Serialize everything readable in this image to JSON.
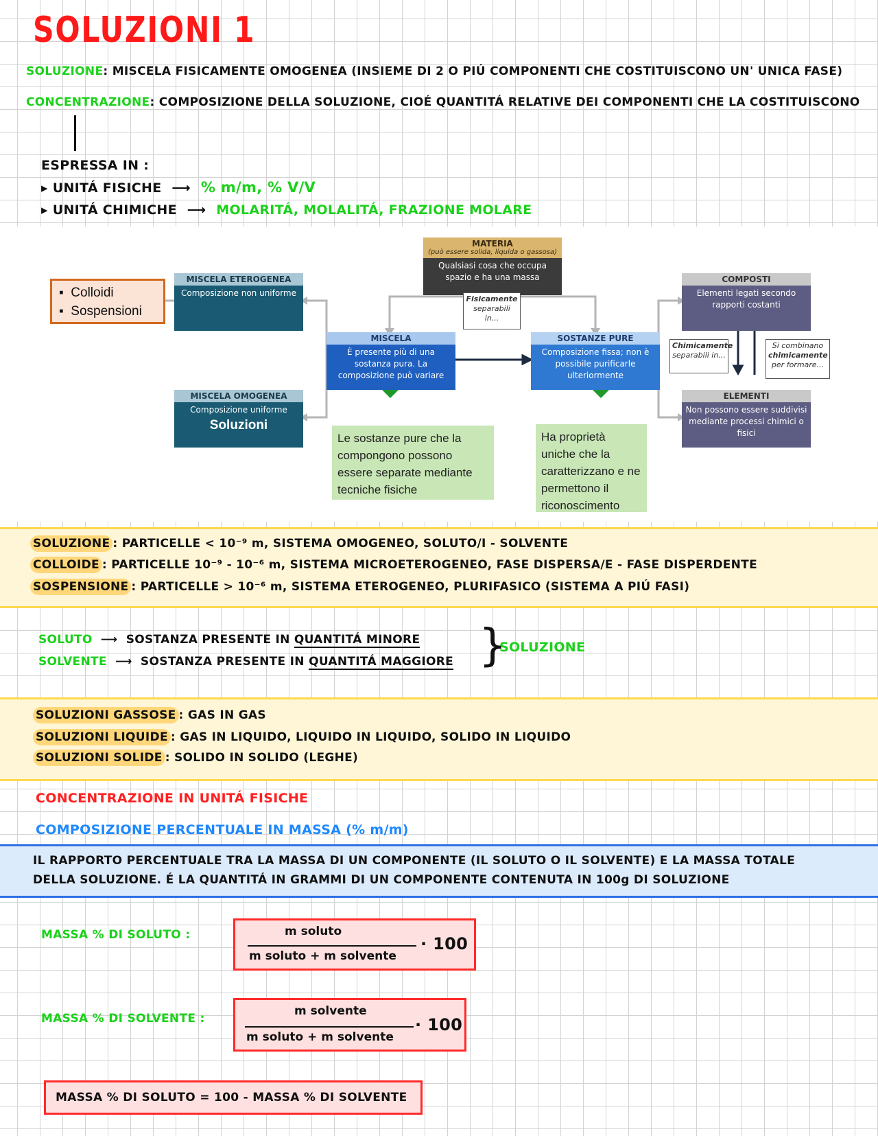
{
  "title": "SOLUZIONI 1",
  "def": {
    "soluzione_term": "SOLUZIONE",
    "soluzione_text": ": MISCELA FISICAMENTE OMOGENEA (INSIEME DI 2 O PIÚ COMPONENTI CHE COSTITUISCONO UN' UNICA FASE)",
    "concentrazione_term": "CONCENTRAZIONE",
    "concentrazione_text": ": COMPOSIZIONE DELLA SOLUZIONE, CIOÉ QUANTITÁ RELATIVE DEI COMPONENTI CHE LA COSTITUISCONO",
    "espressa": "ESPRESSA IN :",
    "fisiche_label": "▸ UNITÁ FISICHE",
    "fisiche_arrow": "⟶",
    "fisiche_value": "% m/m, % V/V",
    "chimiche_label": "▸ UNITÁ CHIMICHE",
    "chimiche_arrow": "⟶",
    "chimiche_value": "MOLARITÁ, MOLALITÁ, FRAZIONE MOLARE"
  },
  "diagram": {
    "materia_title": "MATERIA",
    "materia_sub": "(può essere solida, liquida o gassosa)",
    "materia_body": "Qualsiasi cosa che occupa spazio e ha una massa",
    "miscela_title": "MISCELA",
    "miscela_body": "È presente più di una sostanza pura. La composizione può variare",
    "sostanze_title": "SOSTANZE PURE",
    "sostanze_body": "Composizione fissa; non è possibile purificarle ulteriormente",
    "etero_title": "MISCELA ETEROGENEA",
    "etero_body": "Composizione non uniforme",
    "omo_title": "MISCELA OMOGENEA",
    "omo_body": "Composizione uniforme",
    "omo_extra": "Soluzioni",
    "composti_title": "COMPOSTI",
    "composti_body": "Elementi legati secondo rapporti costanti",
    "elementi_title": "ELEMENTI",
    "elementi_body": "Non possono essere suddivisi mediante processi chimici o fisici",
    "colloidi": "Colloidi",
    "sospensioni": "Sospensioni",
    "note_fis_1": "Fisicamente",
    "note_fis_2": "separabili in...",
    "note_chim_1": "Chimicamente",
    "note_chim_2": "separabili in...",
    "note_comb_1": "Si combinano",
    "note_comb_2": "chimicamente",
    "note_comb_3": "per formare...",
    "green_left": "Le sostanze pure che la compongono possono essere separate mediante tecniche fisiche",
    "green_right": "Ha proprietà uniche che la caratterizzano e ne permettono il riconoscimento"
  },
  "particles": [
    {
      "term": "SOLUZIONE",
      "text": ": PARTICELLE < 10⁻⁹ m, SISTEMA OMOGENEO, SOLUTO/I - SOLVENTE"
    },
    {
      "term": "COLLOIDE",
      "text": ": PARTICELLE 10⁻⁹ - 10⁻⁶ m, SISTEMA MICROETEROGENEO, FASE DISPERSA/E - FASE DISPERDENTE"
    },
    {
      "term": "SOSPENSIONE",
      "text": ": PARTICELLE > 10⁻⁶ m, SISTEMA ETEROGENEO, PLURIFASICO (SISTEMA A PIÚ FASI)"
    }
  ],
  "soluto": {
    "soluto_term": "SOLUTO",
    "soluto_text_a": "SOSTANZA PRESENTE IN ",
    "soluto_text_b": "QUANTITÁ MINORE",
    "solvente_term": "SOLVENTE",
    "solvente_text_a": "SOSTANZA PRESENTE IN ",
    "solvente_text_b": "QUANTITÁ MAGGIORE",
    "arrow": "⟶",
    "brace": "}",
    "brace_label": "SOLUZIONE"
  },
  "types": [
    {
      "term": "SOLUZIONI GASSOSE",
      "text": ": GAS IN GAS"
    },
    {
      "term": "SOLUZIONI LIQUIDE",
      "text": ": GAS IN LIQUIDO, LIQUIDO IN LIQUIDO, SOLIDO IN LIQUIDO"
    },
    {
      "term": "SOLUZIONI SOLIDE",
      "text": ": SOLIDO IN SOLIDO (LEGHE)"
    }
  ],
  "conc_fisiche": "CONCENTRAZIONE IN UNITÁ FISICHE",
  "comp_perc": "COMPOSIZIONE PERCENTUALE IN MASSA (% m/m)",
  "blue_text_1": "IL RAPPORTO PERCENTUALE TRA LA MASSA DI UN COMPONENTE (IL SOLUTO O IL SOLVENTE) E LA MASSA TOTALE",
  "blue_text_2": "DELLA SOLUZIONE. É LA QUANTITÁ IN GRAMMI DI UN COMPONENTE CONTENUTA IN 100g DI SOLUZIONE",
  "formula1": {
    "label": "MASSA % DI SOLUTO :",
    "num": "m soluto",
    "den": "m soluto + m solvente",
    "mult": "· 100"
  },
  "formula2": {
    "label": "MASSA % DI SOLVENTE :",
    "num": "m solvente",
    "den": "m soluto + m solvente",
    "mult": "· 100"
  },
  "formula3": "MASSA % DI SOLUTO = 100 - MASSA % DI SOLVENTE"
}
